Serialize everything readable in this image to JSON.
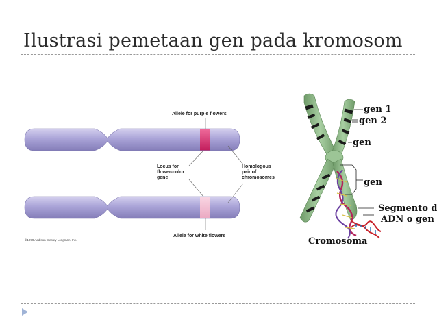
{
  "slide": {
    "title": "Ilustrasi pemetaan gen pada kromosom"
  },
  "left_figure": {
    "label_purple": "Allele for purple flowers",
    "label_locus": [
      "Locus for",
      "flower-color",
      "gene"
    ],
    "label_homologous": [
      "Homologous",
      "pair of",
      "chromosomes"
    ],
    "label_white": "Allele for white flowers",
    "copyright": "©1999 Addison Wesley Longman, Inc.",
    "colors": {
      "chromosome": "#a9a3d6",
      "purple_allele": "#d62b6d",
      "white_allele": "#f2b9cf"
    }
  },
  "right_figure": {
    "label_gen1": "gen 1",
    "label_gen2": "gen 2",
    "label_gen_a": "gen",
    "label_gen_b": "gen",
    "label_segment": [
      "Segmento de",
      "ADN o gen"
    ],
    "caption": "Cromosoma",
    "colors": {
      "chromosome": "#8fb88a",
      "band": "#1a1a1a"
    }
  }
}
